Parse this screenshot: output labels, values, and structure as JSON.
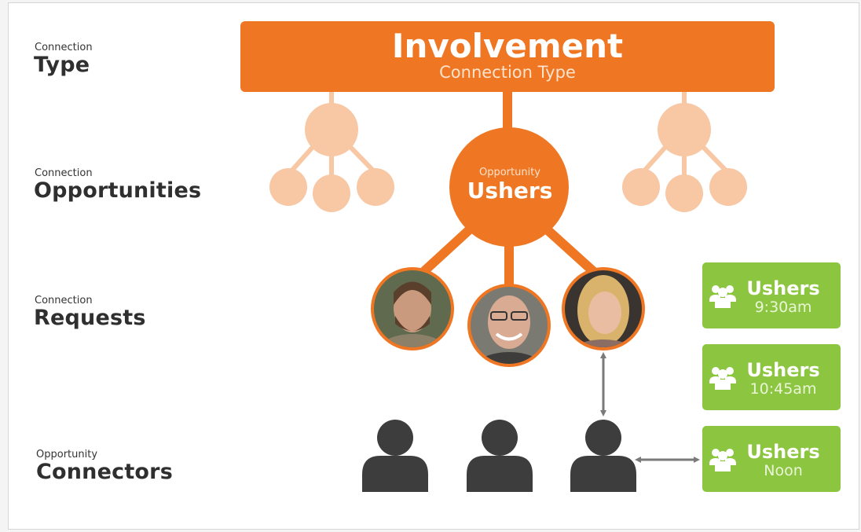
{
  "row_labels": [
    {
      "small": "Connection",
      "big": "Type"
    },
    {
      "small": "Connection",
      "big": "Opportunities"
    },
    {
      "small": "Connection",
      "big": "Requests"
    },
    {
      "small": "Opportunity",
      "big": "Connectors"
    }
  ],
  "type_box": {
    "title": "Involvement",
    "subtitle": "Connection Type"
  },
  "opportunity": {
    "small": "Opportunity",
    "big": "Ushers"
  },
  "slots": [
    {
      "title": "Ushers",
      "time": "9:30am",
      "icon": "group-icon"
    },
    {
      "title": "Ushers",
      "time": "10:45am",
      "icon": "group-icon"
    },
    {
      "title": "Ushers",
      "time": "Noon",
      "icon": "group-icon"
    }
  ],
  "colors": {
    "orange": "#ef7622",
    "light_orange": "#f8c7a4",
    "green": "#8cc53f",
    "dark_gray": "#3d3d3d",
    "arrow_gray": "#7a7a7a"
  }
}
